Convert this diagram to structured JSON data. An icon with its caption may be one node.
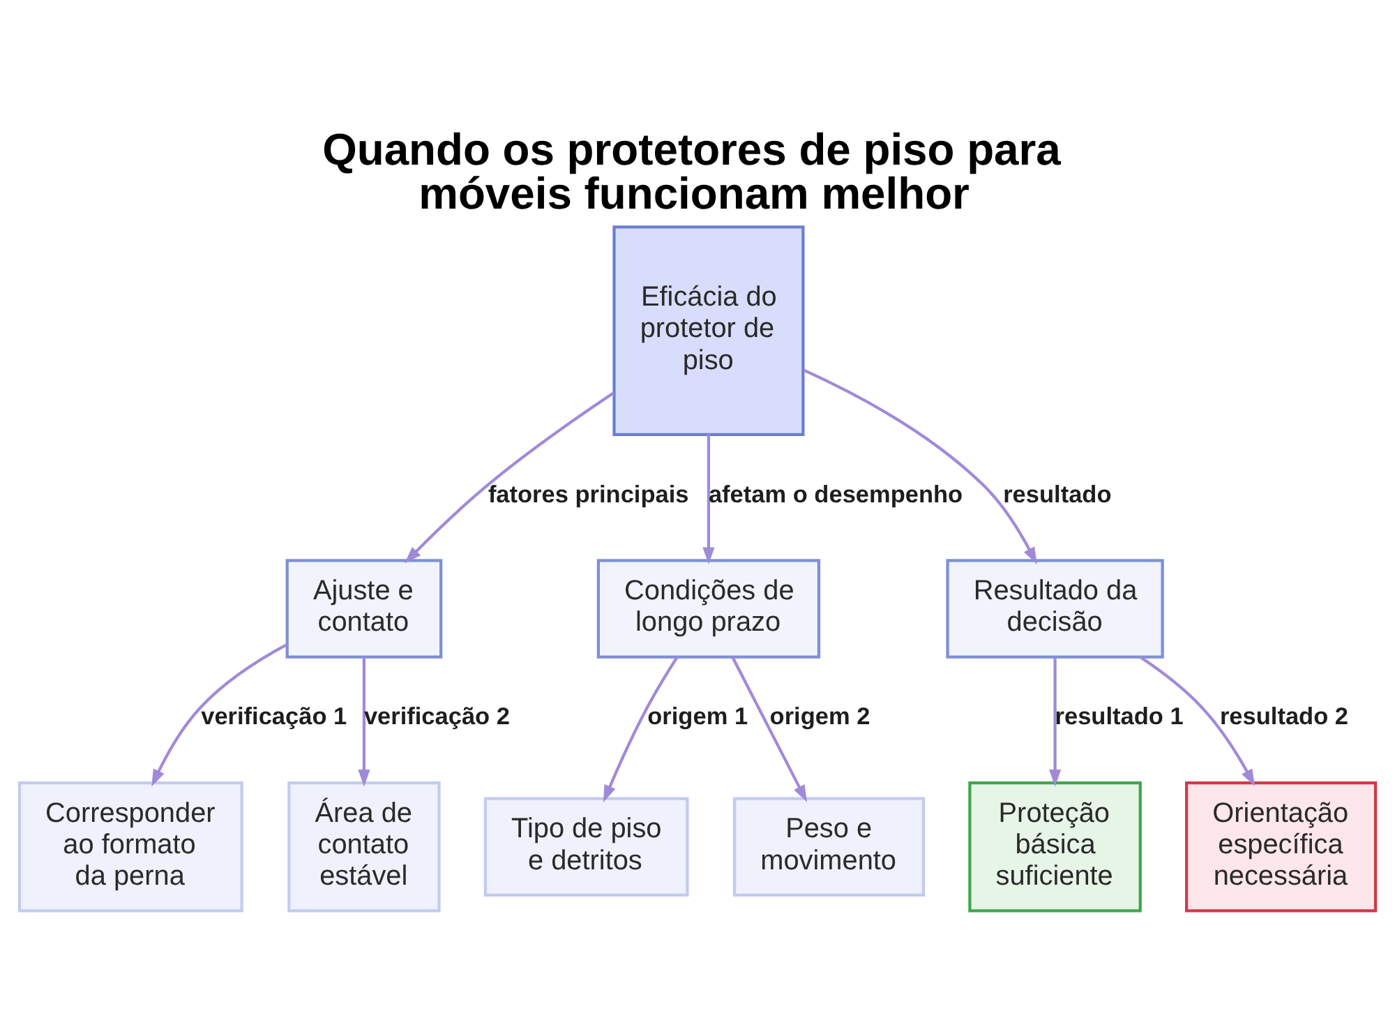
{
  "diagram": {
    "title": "Quando os protetores de piso para móveis funcionam melhor",
    "nodes": [
      {
        "text": [
          "Eficácia do protetor de piso"
        ]
      },
      {
        "text": [
          "Ajuste e contato"
        ]
      },
      {
        "text": [
          "Condições de longo prazo"
        ]
      },
      {
        "text": [
          "Resultado da decisão"
        ]
      },
      {
        "text": [
          "Corresponder ao formato da perna"
        ]
      },
      {
        "text": [
          "Área de contato estável"
        ]
      },
      {
        "text": [
          "Tipo de piso e detritos"
        ]
      },
      {
        "text": [
          "Peso e movimento"
        ]
      },
      {
        "text": [
          "Proteção básica suficiente"
        ]
      },
      {
        "text": [
          "Orientação específica necessária"
        ]
      }
    ],
    "edges": [
      {
        "from": 0,
        "to": 1,
        "arrow": "to",
        "label": "fatores principais"
      },
      {
        "from": 0,
        "to": 2,
        "arrow": "to",
        "label": "afetam o desempenho"
      },
      {
        "from": 0,
        "to": 3,
        "arrow": "to",
        "label": "resultado"
      },
      {
        "from": 1,
        "to": 4,
        "arrow": "to",
        "label": "verificação 1"
      },
      {
        "from": 1,
        "to": 5,
        "arrow": "to",
        "label": "verificação 2"
      },
      {
        "from": 2,
        "to": 6,
        "arrow": "to",
        "label": "origem 1"
      },
      {
        "from": 2,
        "to": 7,
        "arrow": "to",
        "label": "origem 2"
      },
      {
        "from": 3,
        "to": 8,
        "arrow": "to",
        "label": "resultado 1"
      },
      {
        "from": 3,
        "to": 9,
        "arrow": "to",
        "label": "resultado 2"
      }
    ]
  }
}
